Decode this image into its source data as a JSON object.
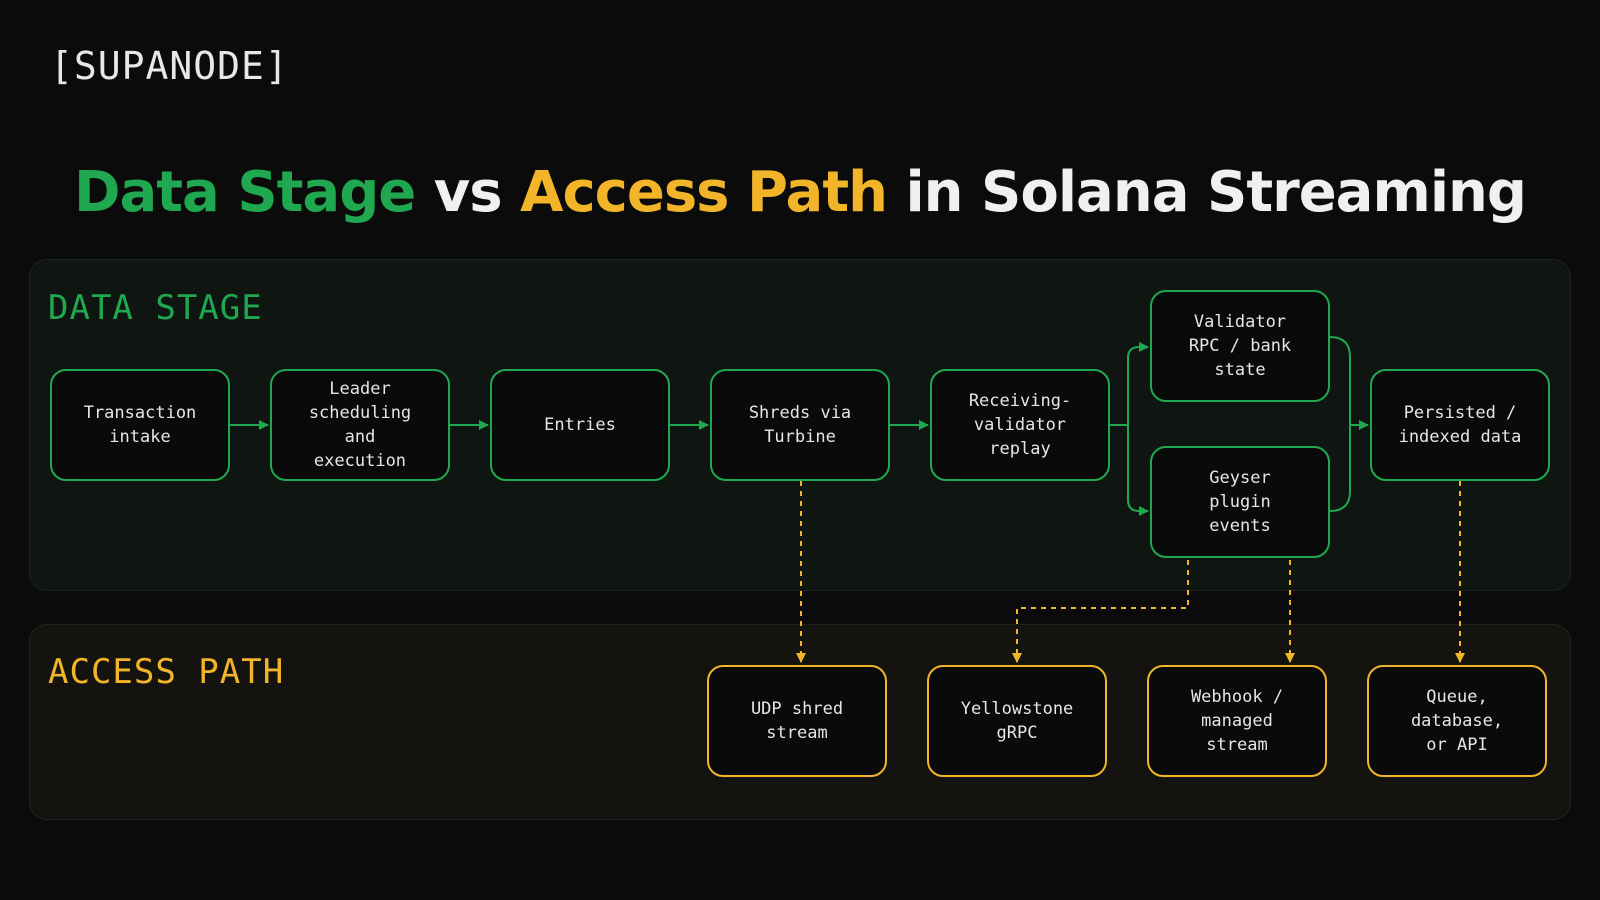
{
  "brand": {
    "logo": "[SUPANODE]"
  },
  "title": {
    "part1": "Data Stage",
    "part2": "vs",
    "part3": "Access Path",
    "part4": "in Solana Streaming"
  },
  "colors": {
    "data_stage": "#1fa84f",
    "access_path": "#f2b52a",
    "background": "#0b0b0b"
  },
  "data_stage": {
    "label": "DATA STAGE",
    "nodes": [
      {
        "id": "tx-intake",
        "label": "Transaction\nintake"
      },
      {
        "id": "leader",
        "label": "Leader\nscheduling\nand\nexecution"
      },
      {
        "id": "entries",
        "label": "Entries"
      },
      {
        "id": "shreds",
        "label": "Shreds via\nTurbine"
      },
      {
        "id": "replay",
        "label": "Receiving-\nvalidator\nreplay"
      },
      {
        "id": "rpc",
        "label": "Validator\nRPC / bank\nstate"
      },
      {
        "id": "geyser",
        "label": "Geyser\nplugin\nevents"
      },
      {
        "id": "persisted",
        "label": "Persisted /\nindexed data"
      }
    ]
  },
  "access_path": {
    "label": "ACCESS PATH",
    "nodes": [
      {
        "id": "udp",
        "label": "UDP shred\nstream"
      },
      {
        "id": "yellowstone",
        "label": "Yellowstone\ngRPC"
      },
      {
        "id": "webhook",
        "label": "Webhook /\nmanaged\nstream"
      },
      {
        "id": "queue",
        "label": "Queue,\ndatabase,\nor API"
      }
    ]
  },
  "edges": [
    {
      "from": "tx-intake",
      "to": "leader",
      "style": "solid"
    },
    {
      "from": "leader",
      "to": "entries",
      "style": "solid"
    },
    {
      "from": "entries",
      "to": "shreds",
      "style": "solid"
    },
    {
      "from": "shreds",
      "to": "replay",
      "style": "solid"
    },
    {
      "from": "replay",
      "to": "rpc",
      "style": "solid"
    },
    {
      "from": "replay",
      "to": "geyser",
      "style": "solid"
    },
    {
      "from": "rpc",
      "to": "persisted",
      "style": "solid"
    },
    {
      "from": "geyser",
      "to": "persisted",
      "style": "solid"
    },
    {
      "from": "shreds",
      "to": "udp",
      "style": "dashed"
    },
    {
      "from": "geyser",
      "to": "yellowstone",
      "style": "dashed"
    },
    {
      "from": "geyser",
      "to": "webhook",
      "style": "dashed"
    },
    {
      "from": "persisted",
      "to": "queue",
      "style": "dashed"
    }
  ]
}
